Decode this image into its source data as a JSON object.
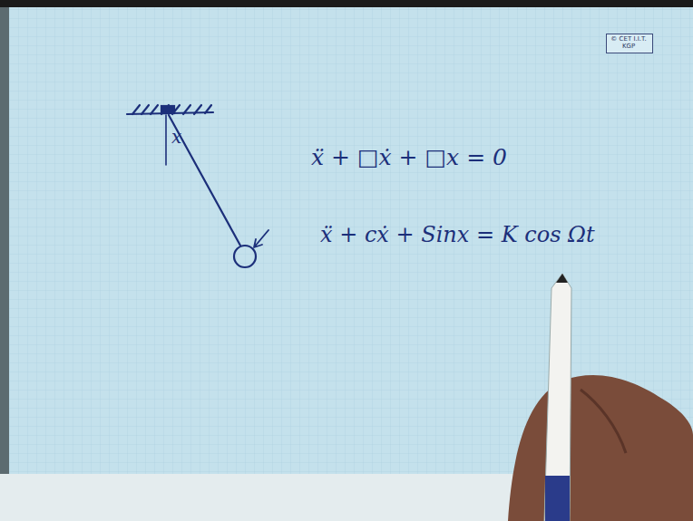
{
  "diagram": {
    "nodes": [
      {
        "text": [
          "© CET I.I.T. KGP"
        ]
      }
    ],
    "labels": [
      "x",
      "ẍ + □ẋ + □x = 0",
      "ẍ + cẋ + Sinx = K cos Ωt"
    ]
  }
}
